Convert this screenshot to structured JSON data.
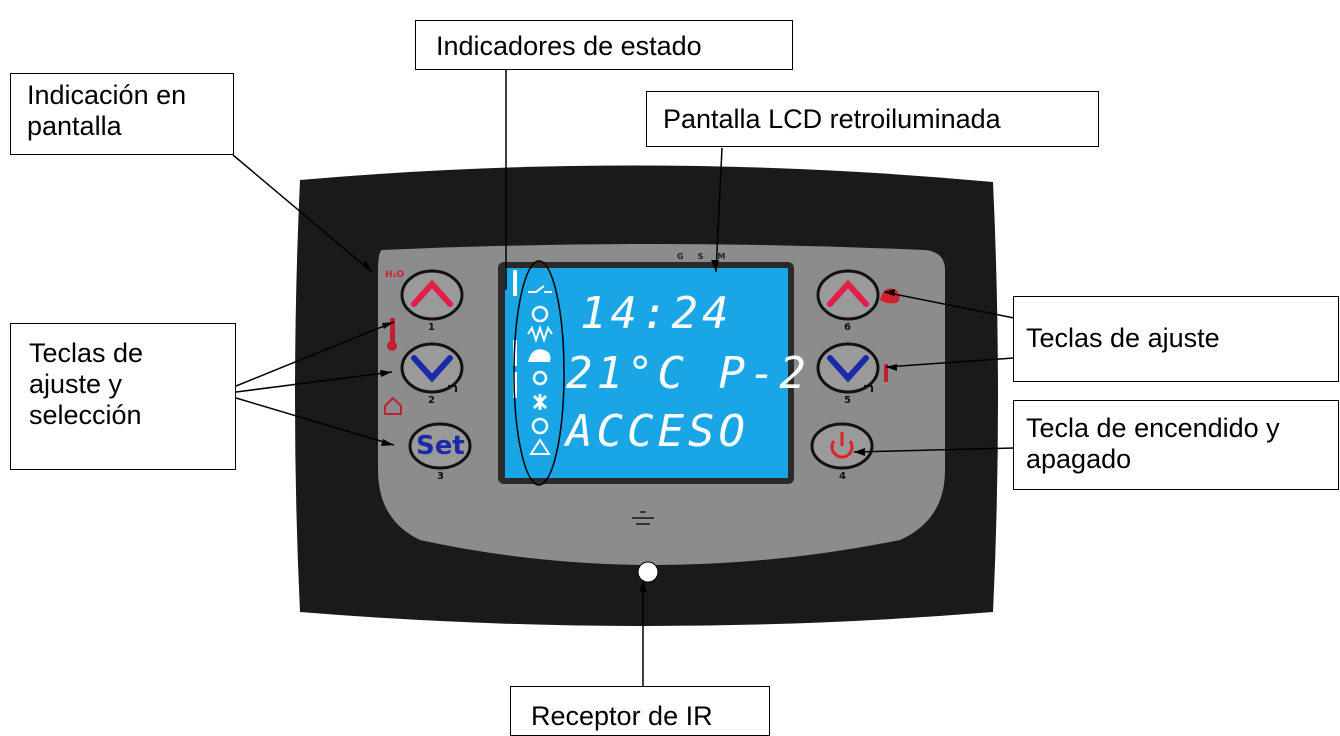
{
  "callouts": {
    "indicadores": "Indicadores de estado",
    "indicacion": "Indicación en\npantalla",
    "pantalla_lcd": "Pantalla LCD retroiluminada",
    "teclas_ajuste_seleccion": "Teclas de\najuste y\nselección",
    "teclas_ajuste": "Teclas de ajuste",
    "tecla_encendido": "Tecla de encendido y\napagado",
    "receptor_ir": "Receptor de IR"
  },
  "lcd": {
    "line1": "14:24",
    "line2": "21°C P-2",
    "line3": "ACCESO"
  },
  "panel": {
    "gsm_label": "GSM",
    "h2o_label": "H₂O",
    "set_label": "Set",
    "key_numbers": [
      "1",
      "2",
      "3",
      "4",
      "5",
      "6"
    ]
  },
  "colors": {
    "panel_body": "#1a1a1a",
    "faceplate": "#8a8a8a",
    "lcd_blue": "#1aa6e6",
    "up_arrow": "#e0204a",
    "down_arrow": "#1a2aa8",
    "power": "#e0202a"
  },
  "icons": [
    "switch-icon",
    "clock-icon",
    "resistance-icon",
    "flame-icon",
    "fan-icon",
    "snowflake-icon",
    "pump-icon",
    "warning-icon"
  ]
}
